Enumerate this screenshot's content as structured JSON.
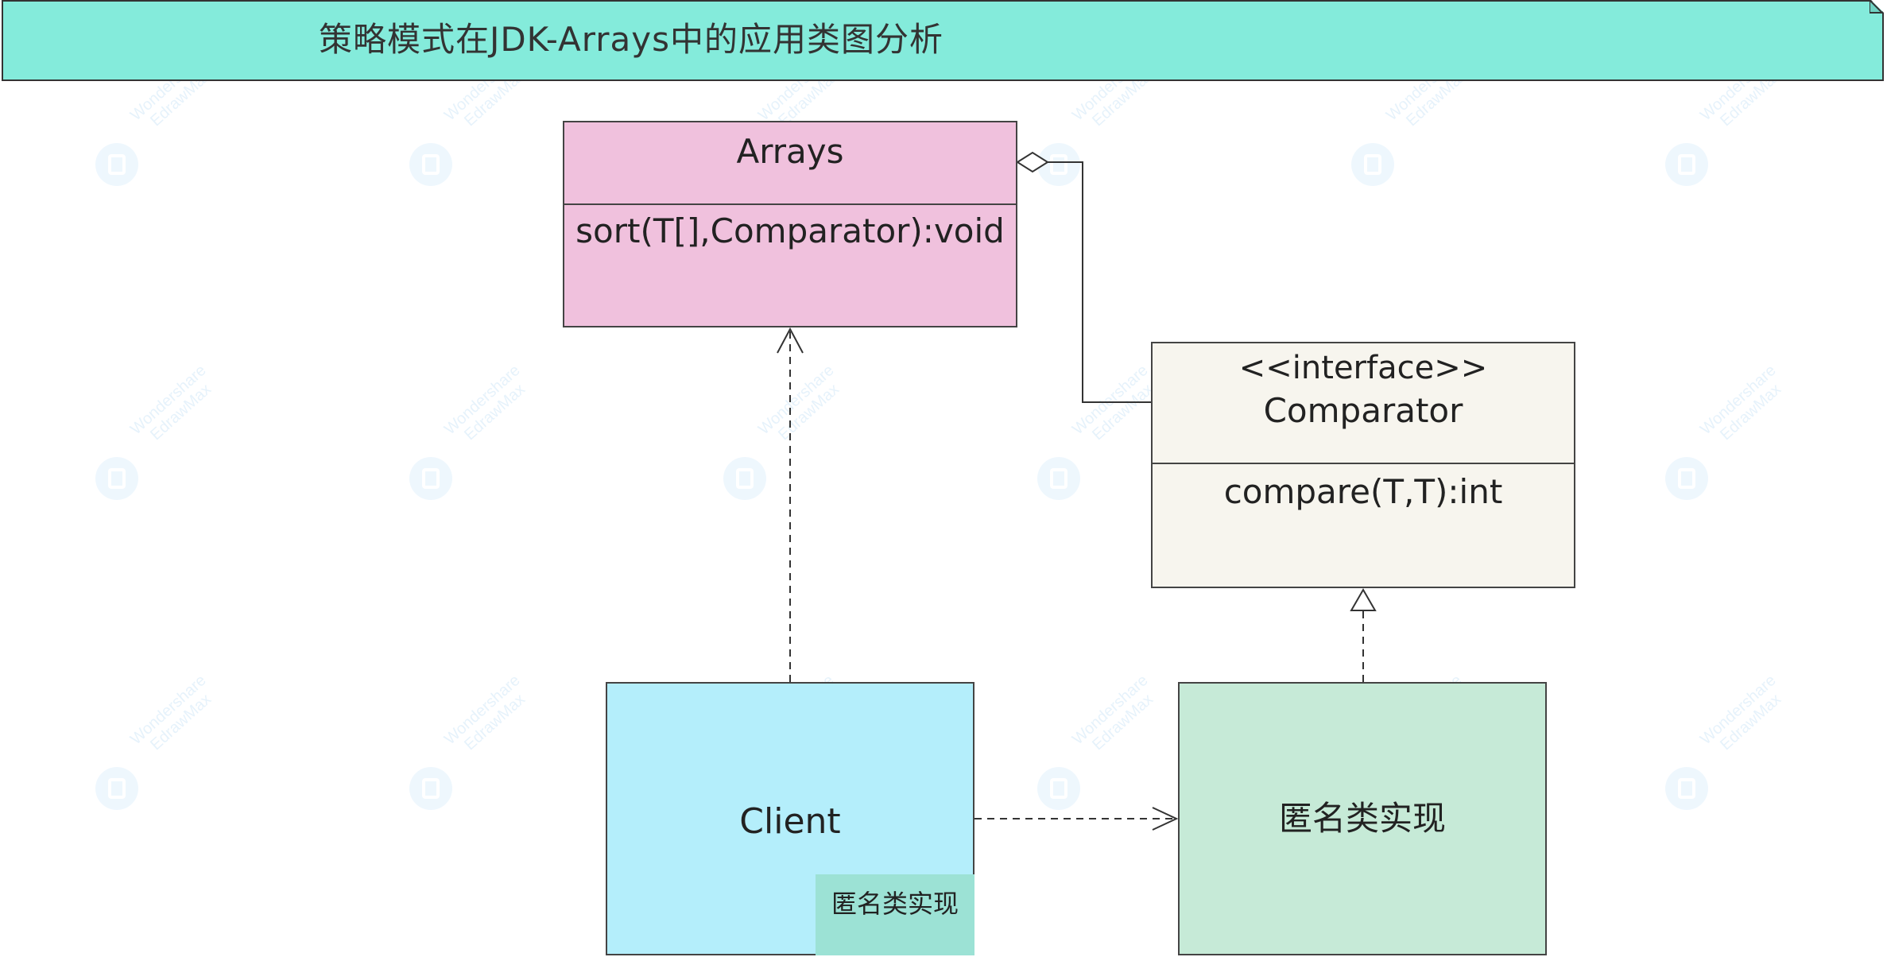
{
  "title": "策略模式在JDK-Arrays中的应用类图分析",
  "watermark": {
    "line1": "Wondershare",
    "line2": "EdrawMax"
  },
  "arrays": {
    "name": "Arrays",
    "method": "sort(T[],Comparator):void"
  },
  "comparator": {
    "stereotype": "<<interface>>",
    "name": "Comparator",
    "method": "compare(T,T):int"
  },
  "client": {
    "name": "Client",
    "note": "匿名类实现"
  },
  "impl": {
    "name": "匿名类实现"
  },
  "colors": {
    "title_bg": "#84ebdb",
    "arrays_bg": "#f0c1dd",
    "comparator_bg": "#f7f5ee",
    "client_bg": "#b4eefb",
    "note_bg": "#9ce2d5",
    "impl_bg": "#c6ead7"
  },
  "relations": [
    {
      "from": "Arrays",
      "to": "Comparator",
      "kind": "aggregation"
    },
    {
      "from": "Client",
      "to": "Arrays",
      "kind": "dependency"
    },
    {
      "from": "Client",
      "to": "匿名类实现",
      "kind": "dependency"
    },
    {
      "from": "匿名类实现",
      "to": "Comparator",
      "kind": "realization"
    }
  ]
}
